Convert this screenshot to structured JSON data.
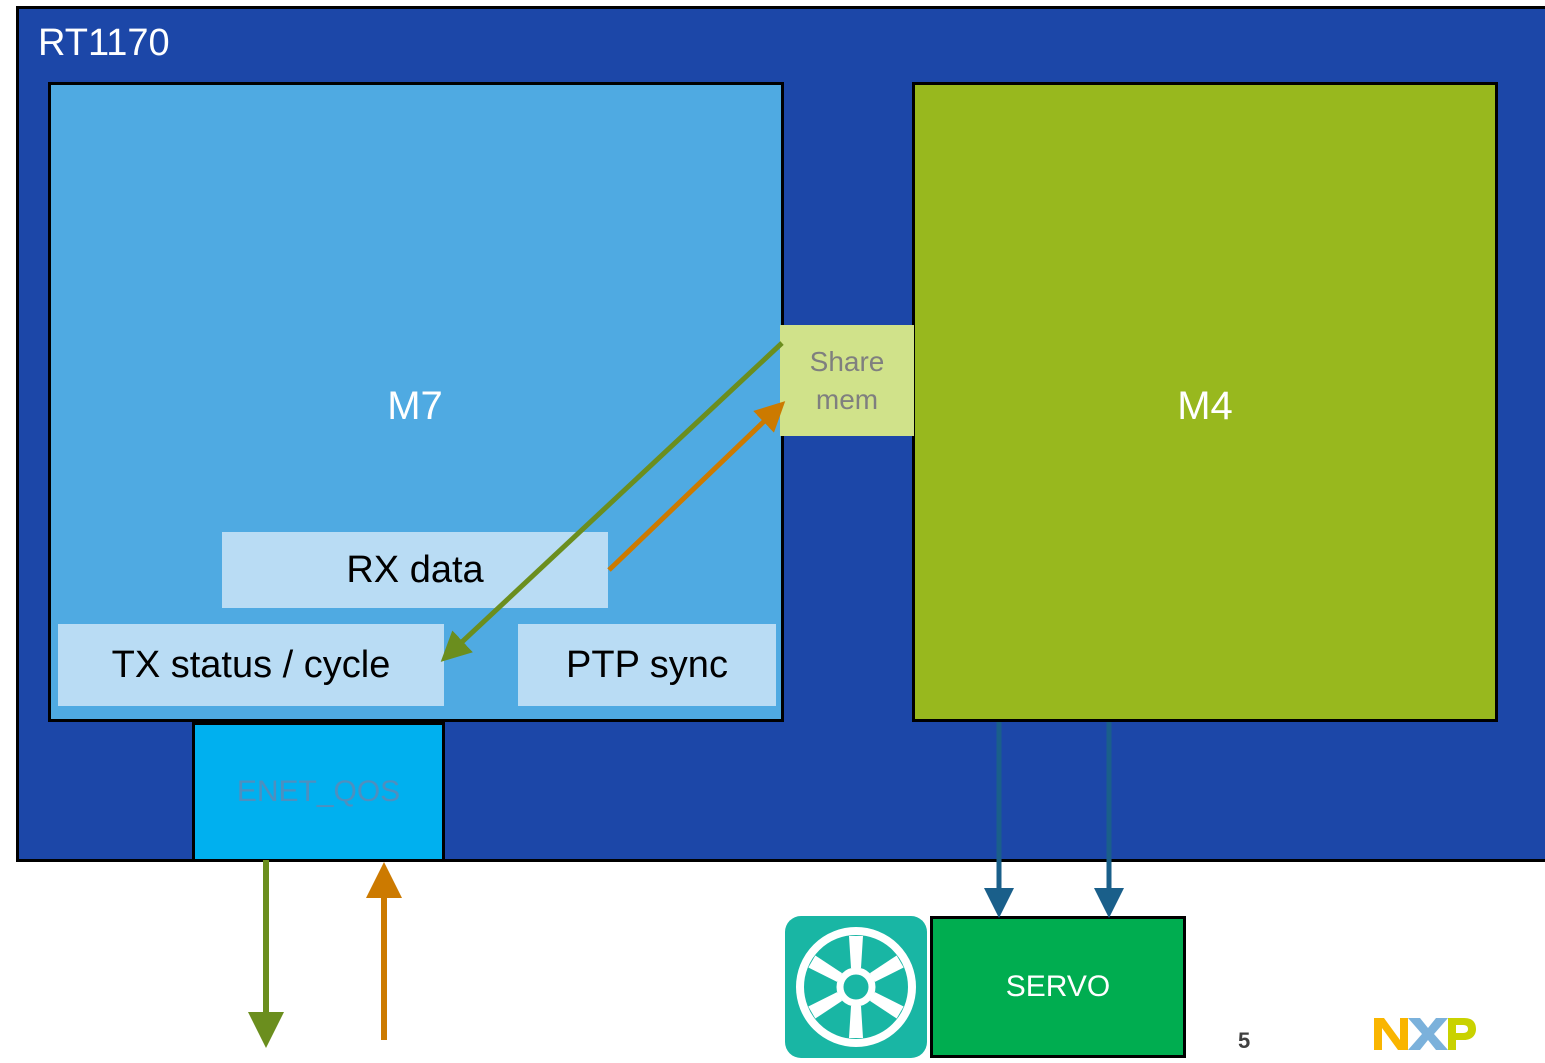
{
  "chip": {
    "label": "RT1170",
    "color": "#1c47a8"
  },
  "cores": {
    "m7": {
      "label": "M7",
      "color": "#4faae2"
    },
    "m4": {
      "label": "M4",
      "color": "#98b81e"
    }
  },
  "tasks": {
    "rx_data": "RX data",
    "tx_status": "TX status / cycle",
    "ptp_sync": "PTP sync"
  },
  "shared_memory": {
    "line1": "Share",
    "line2": "mem"
  },
  "enet": {
    "label": "ENET_QOS"
  },
  "servo": {
    "label": "SERVO"
  },
  "icons": {
    "fan": "fan-icon",
    "logo": "nxp-logo"
  },
  "arrow_colors": {
    "tx": "#6b8e1e",
    "rx": "#cc7a00",
    "servo": "#1a5f8a"
  },
  "page_number": "5",
  "logo_text": "NXP"
}
